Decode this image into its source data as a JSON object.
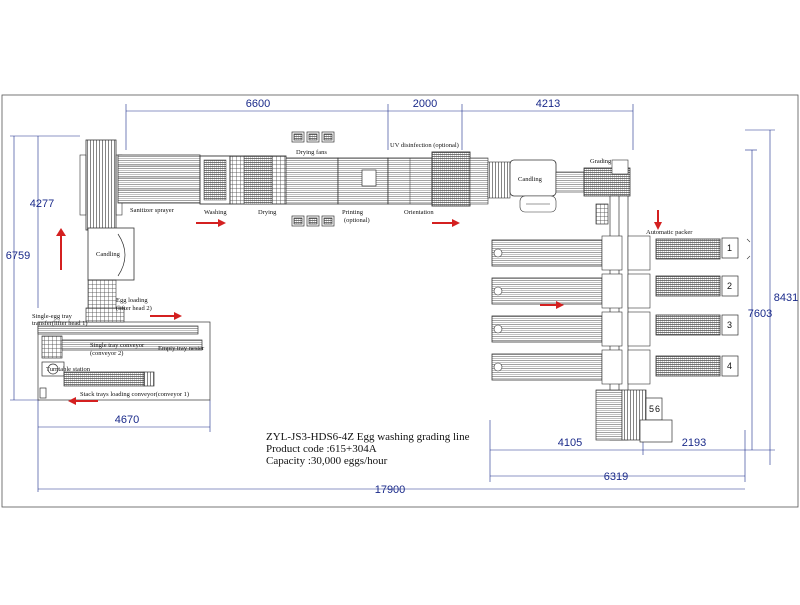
{
  "dimensions": {
    "top_6600": "6600",
    "top_2000": "2000",
    "top_4213": "4213",
    "left_4277": "4277",
    "left_6759": "6759",
    "right_7603": "7603",
    "right_8431": "8431",
    "bottom_4670": "4670",
    "bottom_4105": "4105",
    "bottom_2193": "2193",
    "bottom_6319": "6319",
    "bottom_17900": "17900"
  },
  "labels": {
    "sanitizer_sprayer": "Sanitizer sprayer",
    "washing": "Washing",
    "drying": "Drying",
    "drying_fans": "Drying fans",
    "printing": "Printing",
    "printing_optional": "(optional)",
    "orientation": "Orientation",
    "uv_disinfection": "UV disinfection (optional)",
    "candling_right": "Candling",
    "grading": "Grading",
    "automatic_packer": "Automatic packer",
    "candling_left": "Candling",
    "egg_loading": "Egg loading",
    "egg_loading_sub": "(lifter head 2)",
    "single_egg_tray": "Single-egg tray",
    "single_egg_tray_sub": "transfer(lifter head 1)",
    "single_tray_conveyor": "Single tray conveyor",
    "single_tray_conveyor_sub": "(conveyor 2)",
    "empty_tray_nester": "Empty tray nester",
    "turntable_station": "Turntable station",
    "stack_trays": "Stack trays loading conveyor(conveyor 1)",
    "packer_1": "1",
    "packer_2": "2",
    "packer_3": "3",
    "packer_4": "4",
    "packer_5": "5",
    "packer_6": "6"
  },
  "title_block": {
    "line1": "ZYL-JS3-HDS6-4Z Egg washing grading line",
    "line2": "Product code :615+304A",
    "line3": "Capacity :30,000 eggs/hour"
  },
  "colors": {
    "line": "#333333",
    "dimension": "#1a2a8a",
    "arrow": "#d42020",
    "frame": "#555555"
  }
}
